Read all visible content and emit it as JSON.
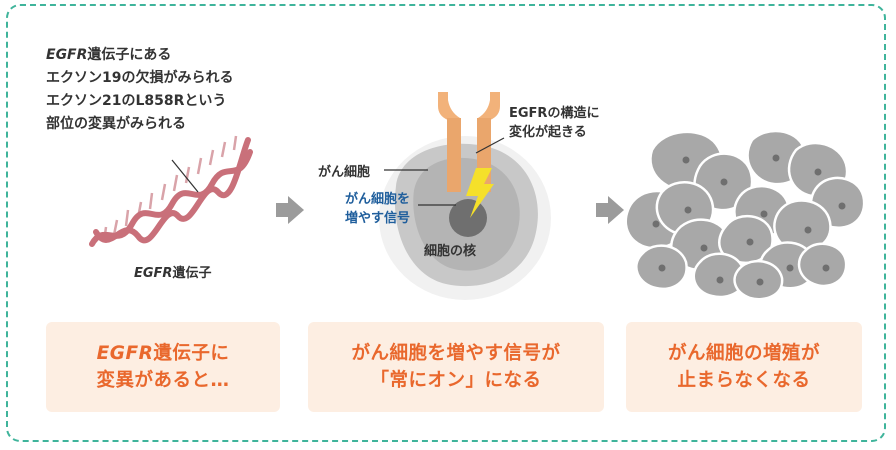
{
  "panel1": {
    "note_gene": "EGFR",
    "note_l1_rest": "遺伝子にある",
    "note_l2": "エクソン19の欠損がみられる",
    "note_l3": "エクソン21のL858Rという",
    "note_l4": "部位の変異がみられる",
    "dna_gene": "EGFR",
    "dna_suffix": "遺伝子",
    "box_gene": "EGFR",
    "box_l1_rest": "遺伝子に",
    "box_l2": "変異があると…"
  },
  "panel2": {
    "label_structure_l1": "EGFRの構造に",
    "label_structure_l2": "変化が起きる",
    "label_cell": "がん細胞",
    "label_signal_l1": "がん細胞を",
    "label_signal_l2": "増やす信号",
    "label_nucleus": "細胞の核",
    "box_l1": "がん細胞を増やす信号が",
    "box_l2": "「常にオン」になる"
  },
  "panel3": {
    "box_l1": "がん細胞の増殖が",
    "box_l2": "止まらなくなる"
  },
  "colors": {
    "border": "#3fb49b",
    "box_bg": "#fdeee2",
    "box_text": "#e9682d",
    "arrow": "#9b9b9b",
    "dna": "#c9707a",
    "receptor": "#f2b27a",
    "lightning": "#f5e02a",
    "signal_text": "#1f5e9c",
    "cell": "#a8a8a8"
  }
}
